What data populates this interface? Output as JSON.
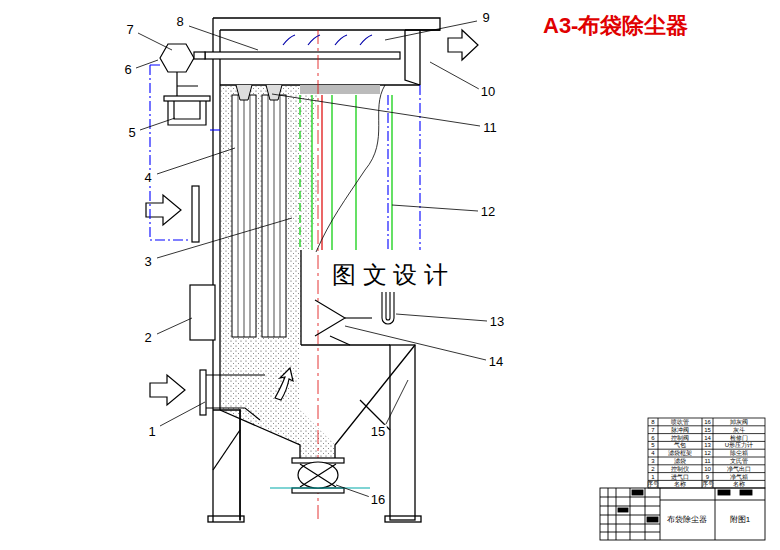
{
  "diagram": {
    "title": "A3-布袋除尘器",
    "labels": [
      "1",
      "2",
      "3",
      "4",
      "5",
      "6",
      "7",
      "8",
      "9",
      "10",
      "11",
      "12",
      "13",
      "14",
      "15",
      "16",
      "图 文 设 计",
      "8",
      "喷吹管",
      "16",
      "卸灰阀",
      "7",
      "脉冲阀",
      "15",
      "灰斗",
      "6",
      "控制阀",
      "14",
      "检修门",
      "5",
      "气包",
      "13",
      "U形压力计",
      "4",
      "滤袋框架",
      "12",
      "除尘箱",
      "3",
      "滤袋",
      "11",
      "文氏管",
      "2",
      "控制仪",
      "10",
      "净气出口",
      "1",
      "进气口",
      "9",
      "净气箱",
      "序号",
      "名称",
      "序号",
      "名称",
      "布袋除尘器",
      "附图1"
    ]
  }
}
